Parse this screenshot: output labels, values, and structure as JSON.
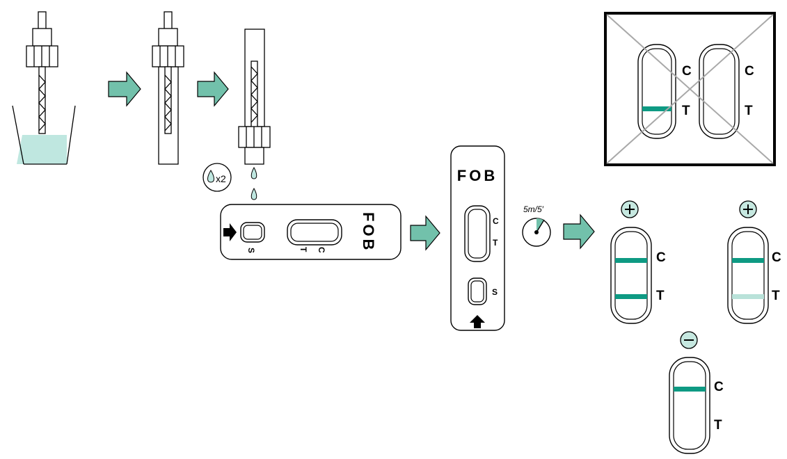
{
  "colors": {
    "teal": "#0e9a83",
    "teal_light": "#b9e2d9",
    "arrow_fill": "#72c1ab",
    "liquid": "#bfe7e0",
    "badge_fill": "#c6e8e0",
    "outline": "#000000",
    "cross": "#a9a9a9"
  },
  "icons": {
    "drops_badge": "droplet-icon",
    "drops_badge_text": "x2",
    "timer": "stopwatch-icon",
    "timer_label": "5m/5′",
    "step_arrows": "right-arrow-icon",
    "sample_arrow": "arrow-icon",
    "positive_symbol": "plus-circle-icon",
    "negative_symbol": "minus-circle-icon"
  },
  "cassette_horizontal": {
    "brand": "FOB",
    "sample_label": "S",
    "control_label": "C",
    "test_label": "T"
  },
  "cassette_vertical": {
    "brand": "FOB",
    "control_label": "C",
    "test_label": "T",
    "sample_label": "S"
  },
  "results": {
    "invalid": {
      "windows": [
        {
          "c": "C",
          "t": "T",
          "control_line": false,
          "test_line": true
        },
        {
          "c": "C",
          "t": "T",
          "control_line": false,
          "test_line": false
        }
      ]
    },
    "positive_strong": {
      "symbol": "+",
      "c": "C",
      "t": "T",
      "control_line": true,
      "test_line": true,
      "test_intensity": "strong"
    },
    "positive_weak": {
      "symbol": "+",
      "c": "C",
      "t": "T",
      "control_line": true,
      "test_line": true,
      "test_intensity": "faint"
    },
    "negative": {
      "symbol": "−",
      "c": "C",
      "t": "T",
      "control_line": true,
      "test_line": false
    }
  }
}
